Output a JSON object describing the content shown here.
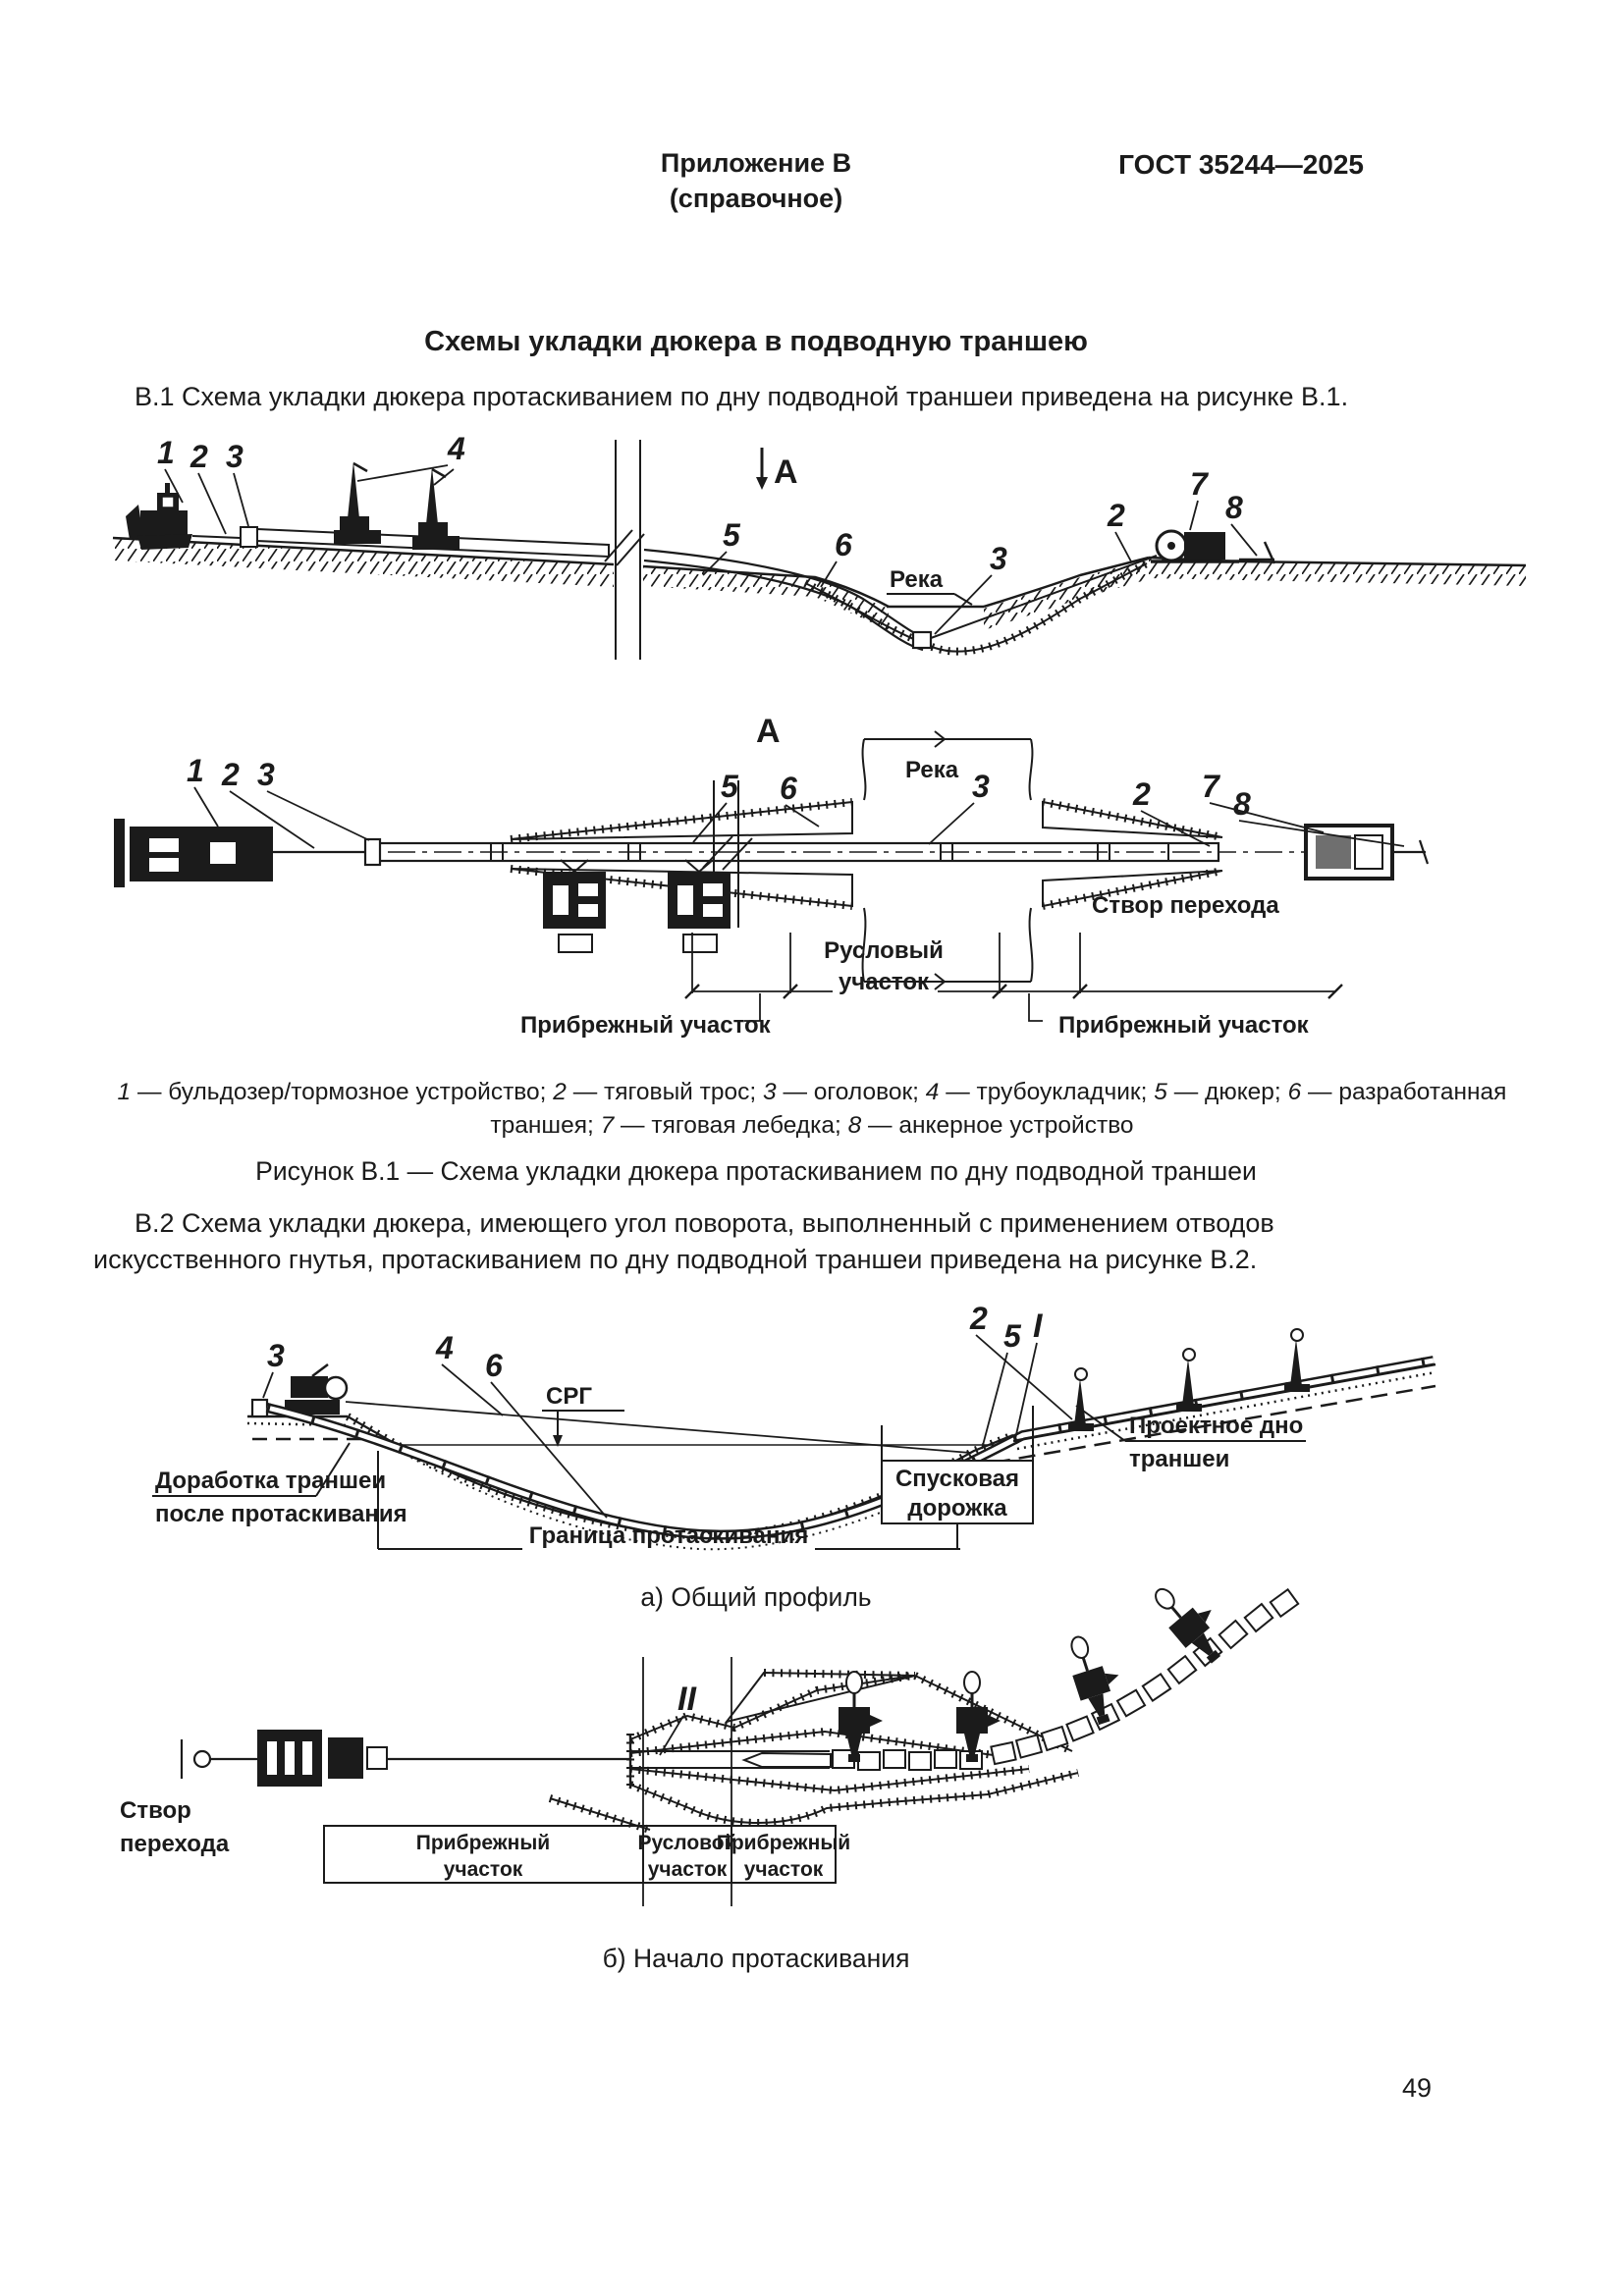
{
  "page": {
    "header": "ГОСТ 35244—2025",
    "number": "49"
  },
  "appendix": {
    "label": "Приложение В",
    "kind": "(справочное)",
    "title": "Схемы укладки дюкера в подводную траншею",
    "para_b1": "В.1  Схема укладки дюкера протаскиванием по дну подводной траншеи приведена на рисунке В.1.",
    "para_b2": "В.2  Схема укладки дюкера, имеющего угол поворота, выполненный с применением отводов искусственного гнутья, протаскиванием по дну подводной траншеи приведена на рисунке В.2."
  },
  "fig_b1": {
    "profile": {
      "n1": "1",
      "n2": "2",
      "n3": "3",
      "n4": "4",
      "n5": "5",
      "n6": "6",
      "n3_river": "3",
      "n2_right": "2",
      "n7": "7",
      "n8": "8",
      "section_mark": "А",
      "river": "Река"
    },
    "plan": {
      "title": "А",
      "n1": "1",
      "n2": "2",
      "n3": "3",
      "n5": "5",
      "n6": "6",
      "n3_center": "3",
      "n2_right": "2",
      "n7": "7",
      "n8": "8",
      "river": "Река",
      "stvor": "Створ перехода",
      "zone_left": "Прибрежный участок",
      "zone_mid_line1": "Русловый",
      "zone_mid_line2": "участок",
      "zone_right": "Прибрежный участок"
    },
    "legend_items": [
      {
        "num": "1",
        "text": "бульдозер/тормозное устройство"
      },
      {
        "num": "2",
        "text": "тяговый трос"
      },
      {
        "num": "3",
        "text": "оголовок"
      },
      {
        "num": "4",
        "text": "трубоукладчик"
      },
      {
        "num": "5",
        "text": "дюкер"
      },
      {
        "num": "6",
        "text": "разработанная траншея"
      },
      {
        "num": "7",
        "text": "тяговая лебедка"
      },
      {
        "num": "8",
        "text": "анкерное устройство"
      }
    ],
    "caption": "Рисунок В.1 — Схема укладки дюкера протаскиванием по дну подводной траншеи"
  },
  "fig_b2": {
    "profile": {
      "n3": "3",
      "n4": "4",
      "n6": "6",
      "n2": "2",
      "n5": "5",
      "section_mark": "I",
      "srg": "СРГ",
      "dorabotka_line1": "Доработка траншеи",
      "dorabotka_line2": "после протаскивания",
      "granitsa": "Граница протаскивания",
      "spuskovaya_line1": "Спусковая",
      "spuskovaya_line2": "дорожка",
      "proekt_line1": "Проектное дно",
      "proekt_line2": "траншеи",
      "caption": "а)  Общий профиль"
    },
    "plan": {
      "section_mark": "II",
      "stvor_line1": "Створ",
      "stvor_line2": "перехода",
      "zone_left_line1": "Прибрежный",
      "zone_left_line2": "участок",
      "zone_mid_line1": "Русловой",
      "zone_mid_line2": "участок",
      "zone_right_line1": "Прибрежный",
      "zone_right_line2": "участок",
      "caption": "б)  Начало протаскивания"
    }
  }
}
